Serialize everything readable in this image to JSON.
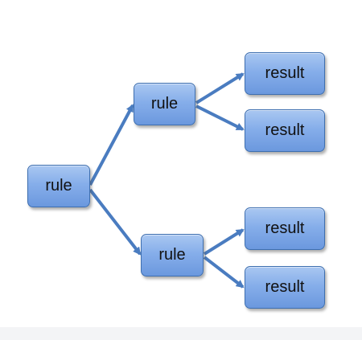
{
  "diagram": {
    "colors": {
      "node_fill": "#86aeea",
      "node_border": "#3e6fb0",
      "arrow": "#4a7cc0"
    },
    "nodes": {
      "root": {
        "label": "rule"
      },
      "upper": {
        "label": "rule"
      },
      "lower": {
        "label": "rule"
      },
      "result1": {
        "label": "result"
      },
      "result2": {
        "label": "result"
      },
      "result3": {
        "label": "result"
      },
      "result4": {
        "label": "result"
      }
    },
    "edges": [
      {
        "from": "root",
        "to": "upper"
      },
      {
        "from": "root",
        "to": "lower"
      },
      {
        "from": "upper",
        "to": "result1"
      },
      {
        "from": "upper",
        "to": "result2"
      },
      {
        "from": "lower",
        "to": "result3"
      },
      {
        "from": "lower",
        "to": "result4"
      }
    ]
  }
}
